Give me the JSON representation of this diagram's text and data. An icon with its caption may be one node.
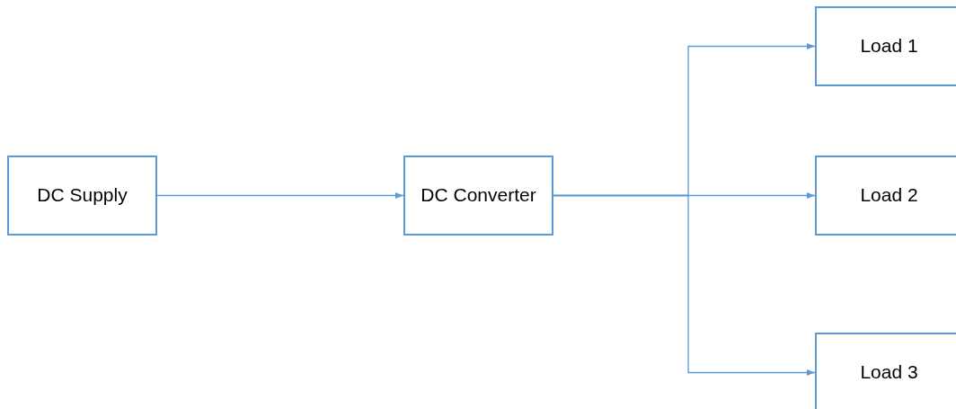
{
  "diagram": {
    "nodes": [
      {
        "text": [
          "DC Supply"
        ]
      },
      {
        "text": [
          "DC Converter"
        ]
      },
      {
        "text": [
          "Load 1"
        ]
      },
      {
        "text": [
          "Load 2"
        ]
      },
      {
        "text": [
          "Load 3"
        ]
      }
    ],
    "edges": [
      {
        "from": 0,
        "to": 1,
        "arrow": "to"
      },
      {
        "from": 1,
        "to": 2,
        "arrow": "to"
      },
      {
        "from": 1,
        "to": 3,
        "arrow": "to"
      },
      {
        "from": 1,
        "to": 4,
        "arrow": "to"
      }
    ]
  }
}
